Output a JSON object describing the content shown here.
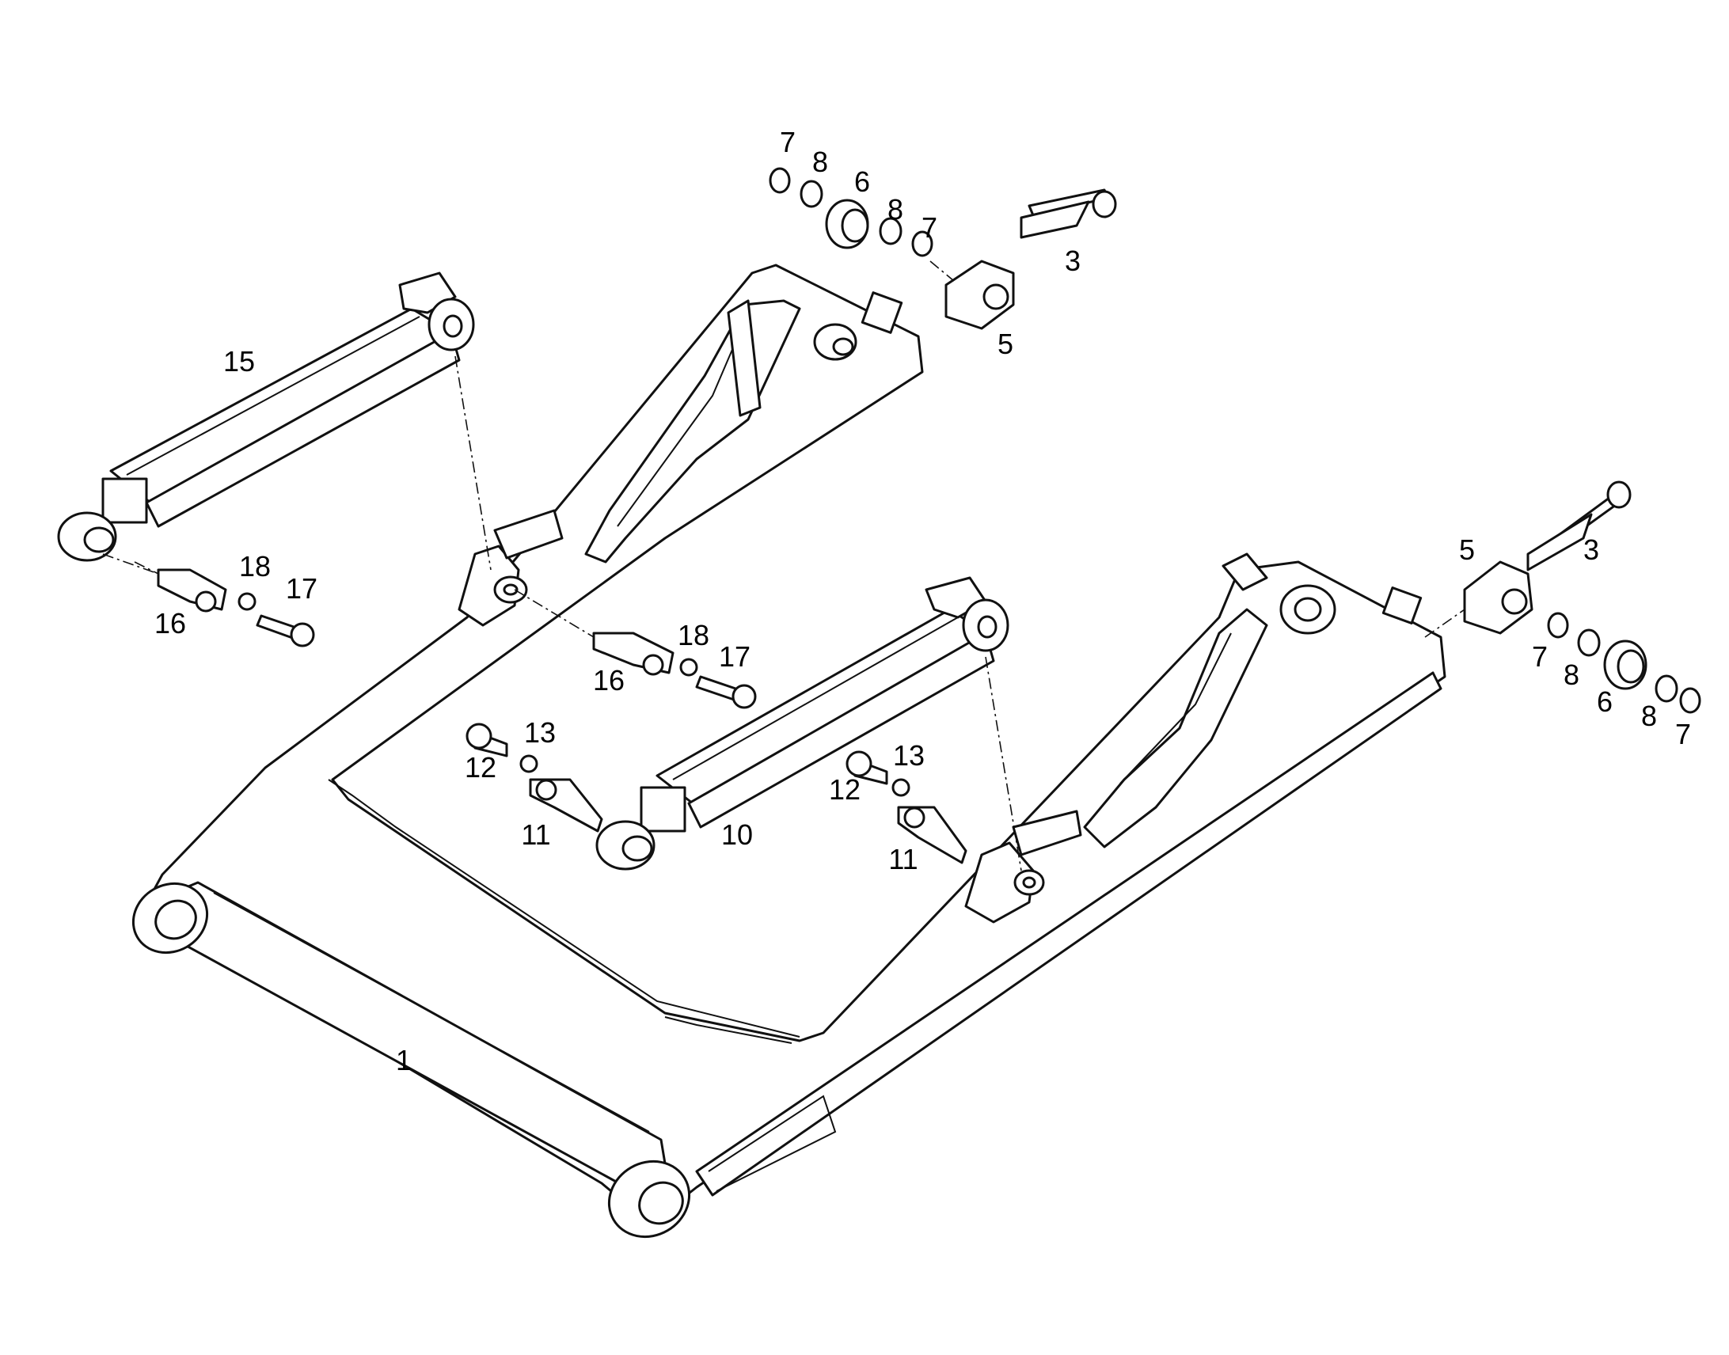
{
  "callouts": {
    "c1": "1",
    "c3a": "3",
    "c3b": "3",
    "c5a": "5",
    "c5b": "5",
    "c6a": "6",
    "c6b": "6",
    "c7a": "7",
    "c7b": "7",
    "c7c": "7",
    "c7d": "7",
    "c8a": "8",
    "c8b": "8",
    "c8c": "8",
    "c8d": "8",
    "c10": "10",
    "c11a": "11",
    "c11b": "11",
    "c12a": "12",
    "c12b": "12",
    "c13a": "13",
    "c13b": "13",
    "c15": "15",
    "c16a": "16",
    "c16b": "16",
    "c17a": "17",
    "c17b": "17",
    "c18a": "18",
    "c18b": "18"
  }
}
